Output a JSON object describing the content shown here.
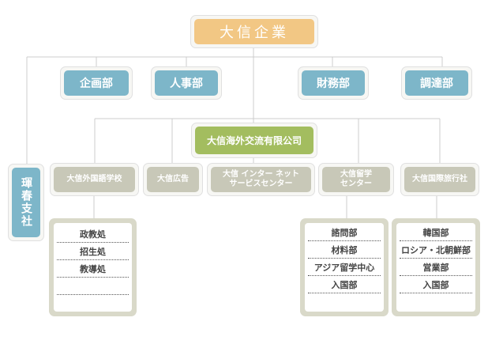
{
  "top": "大信企業",
  "departments": [
    "企画部",
    "人事部",
    "財務部",
    "調達部"
  ],
  "branch": "琿春支社",
  "overseas": "大信海外交流有限公司",
  "subs": [
    {
      "line1": "大信外国語学校",
      "line2": ""
    },
    {
      "line1": "大信広告",
      "line2": ""
    },
    {
      "line1": "大信 インター ネット",
      "line2": "サービスセンター"
    },
    {
      "line1": "大信留学",
      "line2": "センター"
    },
    {
      "line1": "大信国際旅行社",
      "line2": ""
    }
  ],
  "school_units": [
    "政教処",
    "招生処",
    "教導処",
    ""
  ],
  "study_units": [
    "諮問部",
    "材料部",
    "アジア留学中心",
    "入国部"
  ],
  "travel_units": [
    "韓国部",
    "ロシア・北朝鮮部",
    "営業部",
    "入国部"
  ],
  "colors": {
    "top": "#f2c784",
    "department": "#7db6c9",
    "overseas": "#a3bd5f",
    "sub": "#c8c8b8",
    "line": "#cccccc"
  }
}
